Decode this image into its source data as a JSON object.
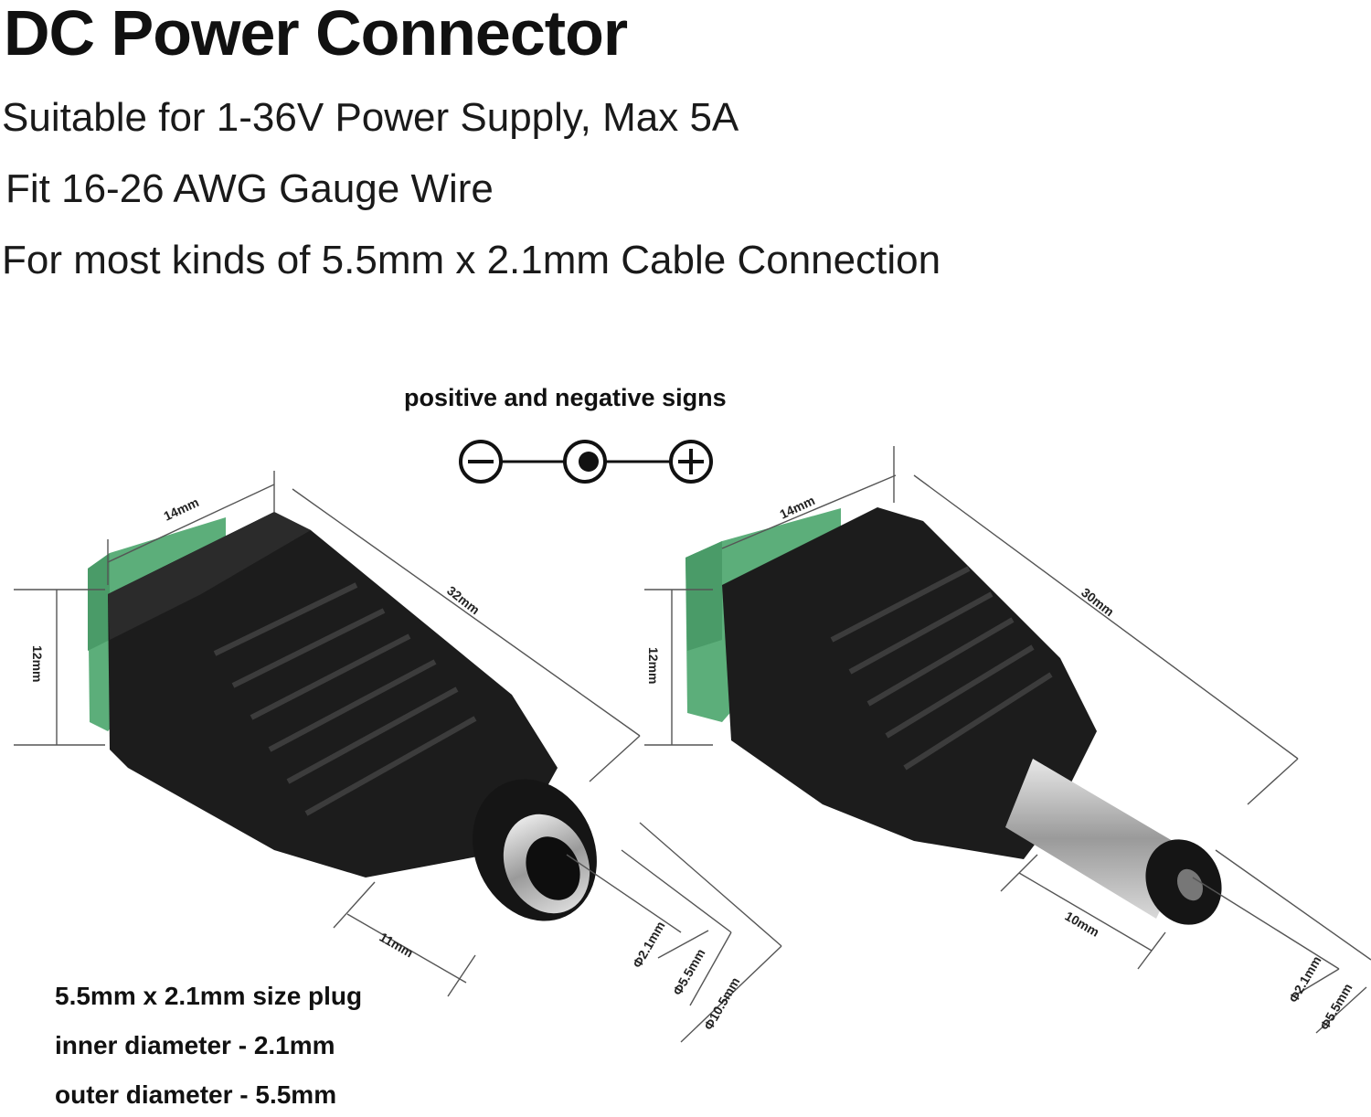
{
  "header": {
    "title": "DC Power Connector",
    "lines": [
      "Suitable for 1-36V Power Supply, Max 5A",
      "Fit 16-26 AWG Gauge Wire",
      "For most kinds of 5.5mm x 2.1mm Cable Connection"
    ]
  },
  "diagram": {
    "signs_title": "positive and negative signs",
    "female": {
      "width": "14mm",
      "length": "32mm",
      "height": "12mm",
      "barrel": "11mm",
      "inner": "Φ2.1mm",
      "outer": "Φ5.5mm",
      "body": "Φ10.5mm"
    },
    "male": {
      "width": "14mm",
      "length": "30mm",
      "height": "12mm",
      "barrel": "10mm",
      "inner": "Φ2.1mm",
      "outer": "Φ5.5mm"
    },
    "captions": [
      "5.5mm x 2.1mm size plug",
      "inner diameter - 2.1mm",
      "outer diameter - 5.5mm"
    ]
  },
  "colors": {
    "terminal_green": "#5cae7a",
    "housing_black": "#1c1c1c"
  }
}
